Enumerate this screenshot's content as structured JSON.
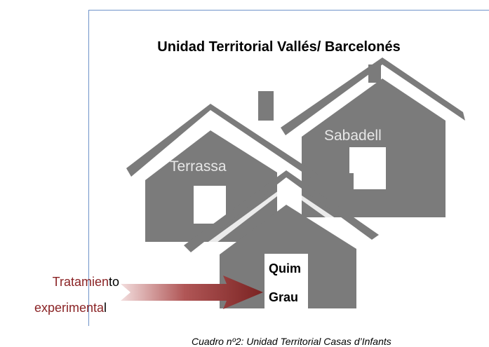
{
  "diagram": {
    "title": "Unidad Territorial Vallés/ Barcelonés",
    "houses": {
      "terrassa": "Terrassa",
      "sabadell": "Sabadell",
      "front_line1": "Quim",
      "front_line2": "Grau"
    },
    "arrow_label": {
      "line1_main": "Tratamien",
      "line1_tail": "to",
      "line2_main": "experimenta",
      "line2_tail": "l"
    },
    "caption": "Cuadro nº2: Unidad Territorial Casas d’Infants"
  },
  "colors": {
    "house": "#7b7b7b",
    "frame_border": "#6f93c9",
    "arrow": "#9c3b3a",
    "label_red": "#8a2325"
  }
}
